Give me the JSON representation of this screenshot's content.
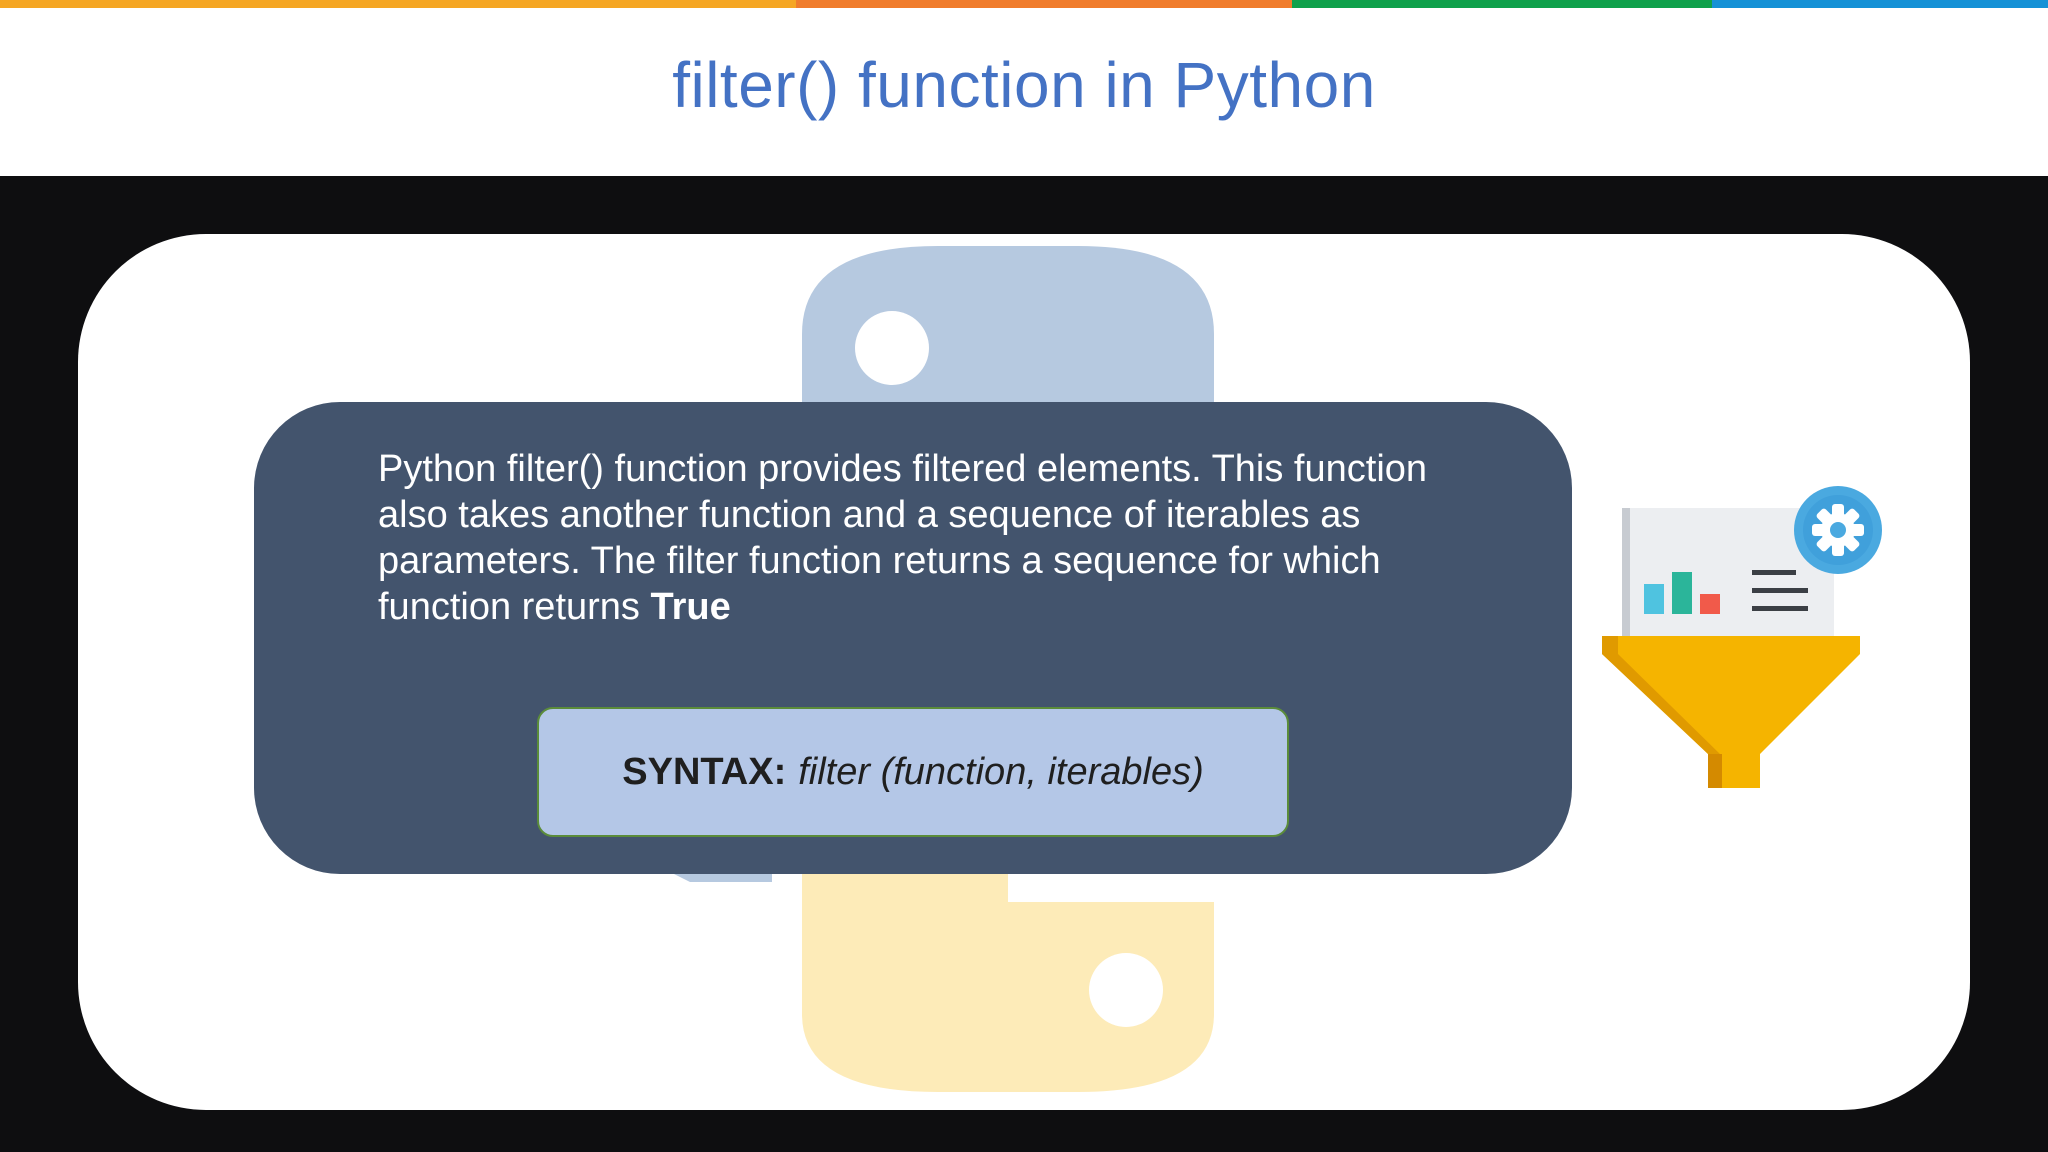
{
  "slide": {
    "title": "filter() function in Python",
    "description_pre": "Python filter() function provides filtered elements. This function also takes another function and a sequence of iterables as parameters. The filter function returns a sequence for which function returns ",
    "description_bold": "True",
    "syntax_label": "SYNTAX:",
    "syntax_code": "filter (function, iterables)"
  },
  "colors": {
    "title": "#4472c4",
    "top_bar": [
      "#f5a623",
      "#f07c2c",
      "#0fa14b",
      "#1591d6"
    ],
    "card": "#43546d",
    "syntax_box": "#b4c7e7",
    "funnel": "#f5b400",
    "gear": "#4aa9e0"
  },
  "icons": {
    "background_logo": "python-logo-icon",
    "funnel": "filter-funnel-icon",
    "gear": "gear-icon"
  }
}
